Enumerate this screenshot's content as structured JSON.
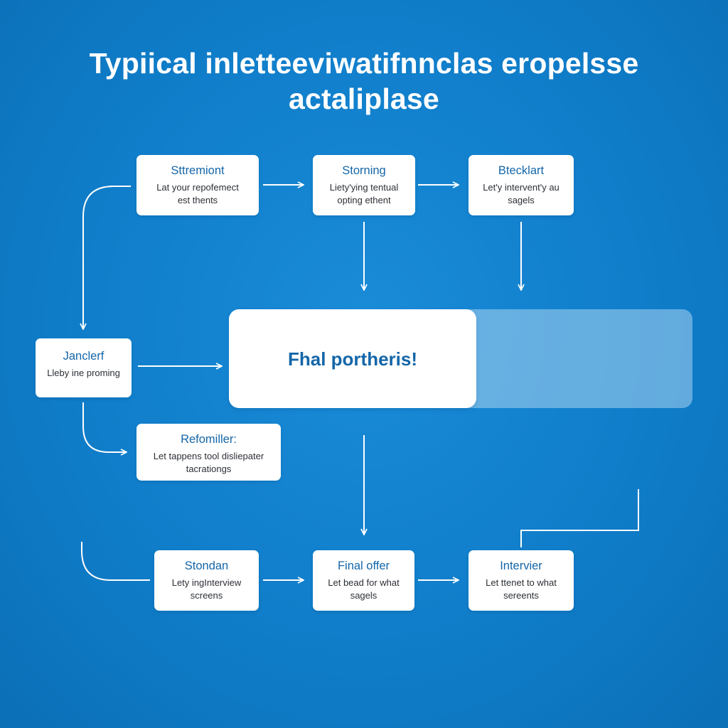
{
  "title": {
    "line1": "Typiical inletteeviwatifnnclas eropelsse",
    "line2": "actaliplase"
  },
  "nodes": {
    "strremiont": {
      "title": "Sttremiont",
      "desc_line1": "Lat your repofemect",
      "desc_line2": "est thents"
    },
    "storning": {
      "title": "Storning",
      "desc_line1": "Liety'ying tentual",
      "desc_line2": "opting ethent"
    },
    "btecklart": {
      "title": "Btecklart",
      "desc_line1": "Let'y intervent'y au",
      "desc_line2": "sagels"
    },
    "janclerf": {
      "title": "Janclerf",
      "desc_line1": "Lleby ine proming",
      "desc_line2": ""
    },
    "refomiller": {
      "title": "Refomiller:",
      "desc_line1": "Let tappens tool disliepater",
      "desc_line2": "tacrationgs"
    },
    "stondan": {
      "title": "Stondan",
      "desc_line1": "Lety ingInterview",
      "desc_line2": "screens"
    },
    "final_offer": {
      "title": "Final offer",
      "desc_line1": "Let bead for what",
      "desc_line2": "sagels"
    },
    "intervier": {
      "title": "Intervier",
      "desc_line1": "Let ttenet to what",
      "desc_line2": "sereents"
    }
  },
  "final_box": {
    "label": "Fhal portheris!"
  },
  "colors": {
    "background": "#0f7cc8",
    "node_fill": "#ffffff",
    "node_title": "#1466a8",
    "connector": "#ffffff",
    "band": "#aad4f0"
  }
}
